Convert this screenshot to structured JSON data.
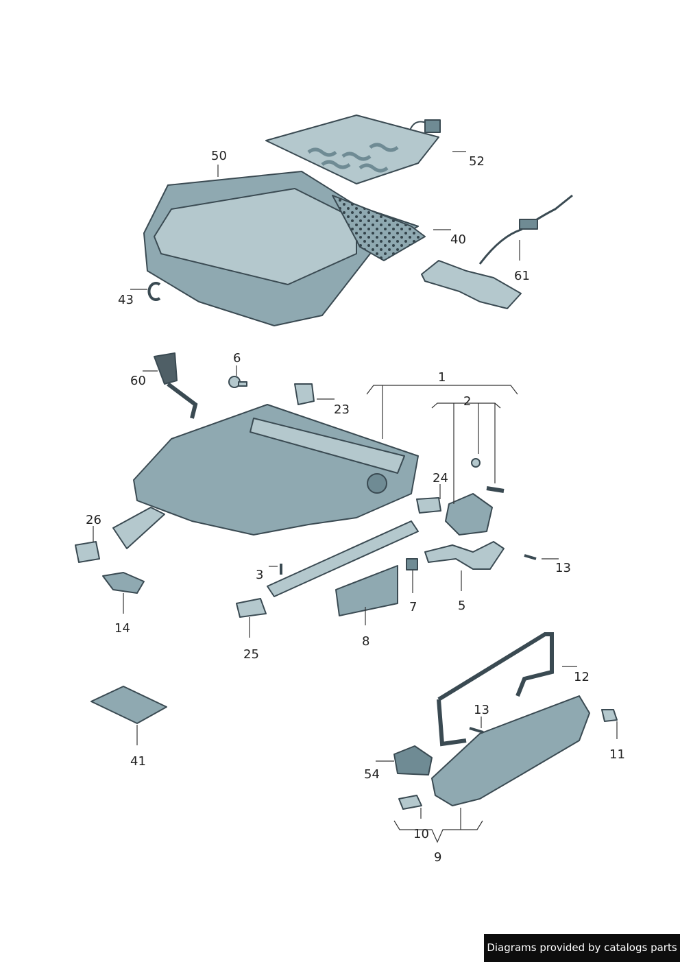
{
  "labels": {
    "p1": "1",
    "p2": "2",
    "p3": "3",
    "p5": "5",
    "p6": "6",
    "p7": "7",
    "p8": "8",
    "p9": "9",
    "p10": "10",
    "p11": "11",
    "p12": "12",
    "p13a": "13",
    "p13b": "13",
    "p14": "14",
    "p23": "23",
    "p24": "24",
    "p25": "25",
    "p26": "26",
    "p40": "40",
    "p41": "41",
    "p43": "43",
    "p50": "50",
    "p52": "52",
    "p54": "54",
    "p60": "60",
    "p61": "61"
  },
  "credit": "Diagrams provided by catalogs parts",
  "colors": {
    "part_fill": "#8fa9b1",
    "part_light": "#b4c8cd",
    "part_dark": "#6f8b94",
    "outline": "#3a4a52"
  }
}
